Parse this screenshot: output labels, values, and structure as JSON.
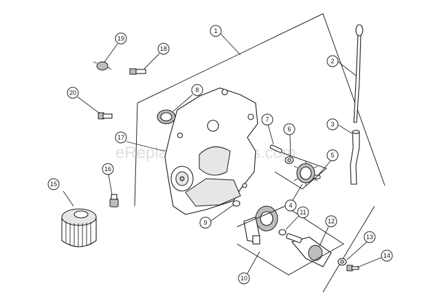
{
  "watermark": "eReplacementParts.com",
  "callouts": [
    "1",
    "2",
    "3",
    "4",
    "5",
    "6",
    "7",
    "8",
    "9",
    "10",
    "11",
    "12",
    "13",
    "14",
    "15",
    "16",
    "17",
    "18",
    "19",
    "20"
  ],
  "icons": {
    "part-1": "gear-cover-assembly",
    "part-2": "dipstick",
    "part-3": "dipstick-tube",
    "part-4": "gear-assembly",
    "part-5": "pin",
    "part-6": "washer",
    "part-7": "shaft-pin",
    "part-8": "oil-seal",
    "part-9": "o-ring",
    "part-10": "governor-gear-assembly",
    "part-11": "o-ring",
    "part-12": "oil-pump",
    "part-13": "washer",
    "part-14": "screw",
    "part-15": "oil-filter",
    "part-16": "plug",
    "part-17": "gear-cover",
    "part-18": "bolt",
    "part-19": "switch",
    "part-20": "bolt"
  }
}
